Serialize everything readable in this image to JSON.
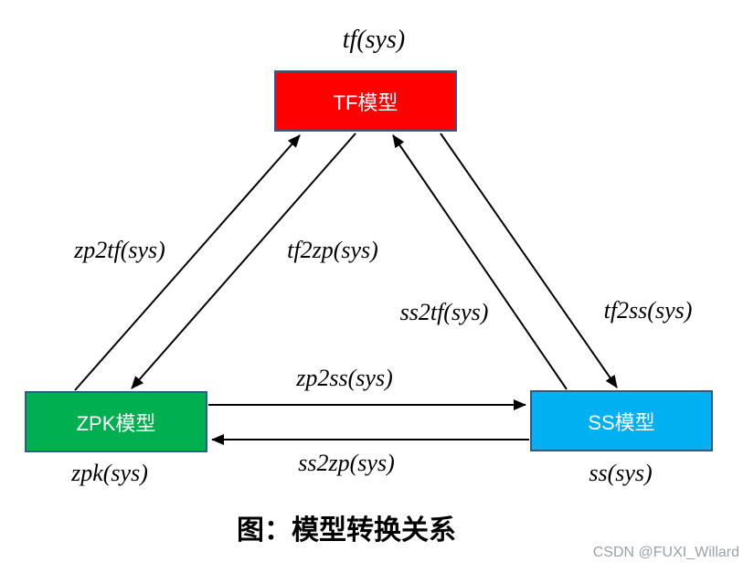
{
  "diagram": {
    "arrow_color": "#000000",
    "node_border_color": "#2e5b8c",
    "nodes": {
      "tf": {
        "label": "TF模型",
        "fill": "#ff0000",
        "func": "tf(sys)"
      },
      "zpk": {
        "label": "ZPK模型",
        "fill": "#00b050",
        "func": "zpk(sys)"
      },
      "ss": {
        "label": "SS模型",
        "fill": "#00b0f0",
        "func": "ss(sys)"
      }
    },
    "edges": {
      "zp2tf": {
        "label": "zp2tf(sys)",
        "from": "zpk",
        "to": "tf"
      },
      "tf2zp": {
        "label": "tf2zp(sys)",
        "from": "tf",
        "to": "zpk"
      },
      "ss2tf": {
        "label": "ss2tf(sys)",
        "from": "ss",
        "to": "tf"
      },
      "tf2ss": {
        "label": "tf2ss(sys)",
        "from": "tf",
        "to": "ss"
      },
      "zp2ss": {
        "label": "zp2ss(sys)",
        "from": "zpk",
        "to": "ss"
      },
      "ss2zp": {
        "label": "ss2zp(sys)",
        "from": "ss",
        "to": "zpk"
      }
    }
  },
  "caption": "图：模型转换关系",
  "watermark": "CSDN @FUXI_Willard"
}
